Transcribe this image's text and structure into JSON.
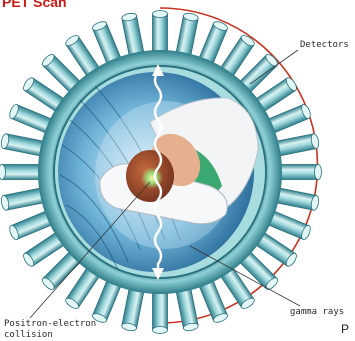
{
  "title": "PET Scan",
  "labels": {
    "detectors": "Detectors",
    "gamma_rays": "gamma rays",
    "collision_line1": "Positron-electron",
    "collision_line2": "collision"
  },
  "corner_char": "P",
  "detector_count": 32,
  "colors": {
    "title": "#cc1a14",
    "bracket": "#c8321e",
    "detector_light": "#d8f2f2",
    "detector_mid": "#7fc7cf",
    "detector_dark": "#2f7f8c",
    "tunnel": "#2c7fb6",
    "sheet": "#f4f6f8",
    "head": "#9a4a2c",
    "gown": "#3aa870"
  }
}
